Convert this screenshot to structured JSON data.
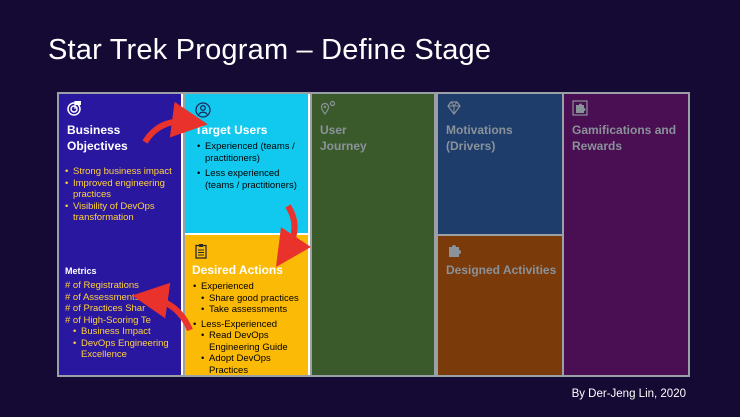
{
  "title": "Star Trek Program – Define Stage",
  "credit": "By Der-Jeng Lin, 2020",
  "business": {
    "title_line1": "Business",
    "title_line2": "Objectives",
    "objectives": [
      "Strong business impact",
      "Improved engineering practices",
      "Visibility of DevOps transformation"
    ],
    "metrics_heading": "Metrics",
    "metrics": [
      "# of Registrations",
      "# of Assessments",
      "# of Practices Shar",
      "# of High-Scoring Te"
    ],
    "metric_subs": [
      "Business Impact",
      "DevOps Engineering Excellence"
    ]
  },
  "target": {
    "title": "Target Users",
    "items": [
      "Experienced (teams / practitioners)",
      "Less experienced (teams / practitioners)"
    ]
  },
  "desired": {
    "title": "Desired Actions",
    "group1": "Experienced",
    "group1_subs": [
      "Share good practices",
      "Take assessments"
    ],
    "group2": "Less-Experienced",
    "group2_subs": [
      "Read DevOps Engineering Guide",
      "Adopt DevOps Practices"
    ]
  },
  "journey": {
    "title_line1": "User",
    "title_line2": "Journey"
  },
  "motivations": {
    "title_line1": "Motivations",
    "title_line2": "(Drivers)"
  },
  "designed": {
    "title": "Designed Activities"
  },
  "gamifications": {
    "title_line1": "Gamifications and",
    "title_line2": "Rewards"
  },
  "colors": {
    "background": "#140a33",
    "business": "#2a17a0",
    "target": "#11c9ee",
    "desired": "#fbba05",
    "journey": "#3b5a2b",
    "motivations": "#1e3d6b",
    "designed": "#7a3a0a",
    "gamifications": "#4a0f52",
    "highlight_text": "#ffd23a",
    "arrow": "#e8322b"
  },
  "icons": {
    "business": "target-icon",
    "target": "user-icon",
    "desired": "clipboard-icon",
    "journey": "map-pin-icon",
    "motivations": "diamond-icon",
    "designed": "puzzle-icon",
    "gamifications": "puzzle-icon"
  }
}
